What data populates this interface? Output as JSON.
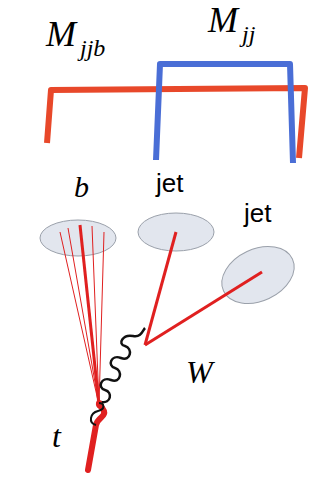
{
  "diagram": {
    "labels": [
      "M",
      "jjb",
      "M",
      "jj",
      "b",
      "jet",
      "jet",
      "W",
      "t"
    ]
  }
}
